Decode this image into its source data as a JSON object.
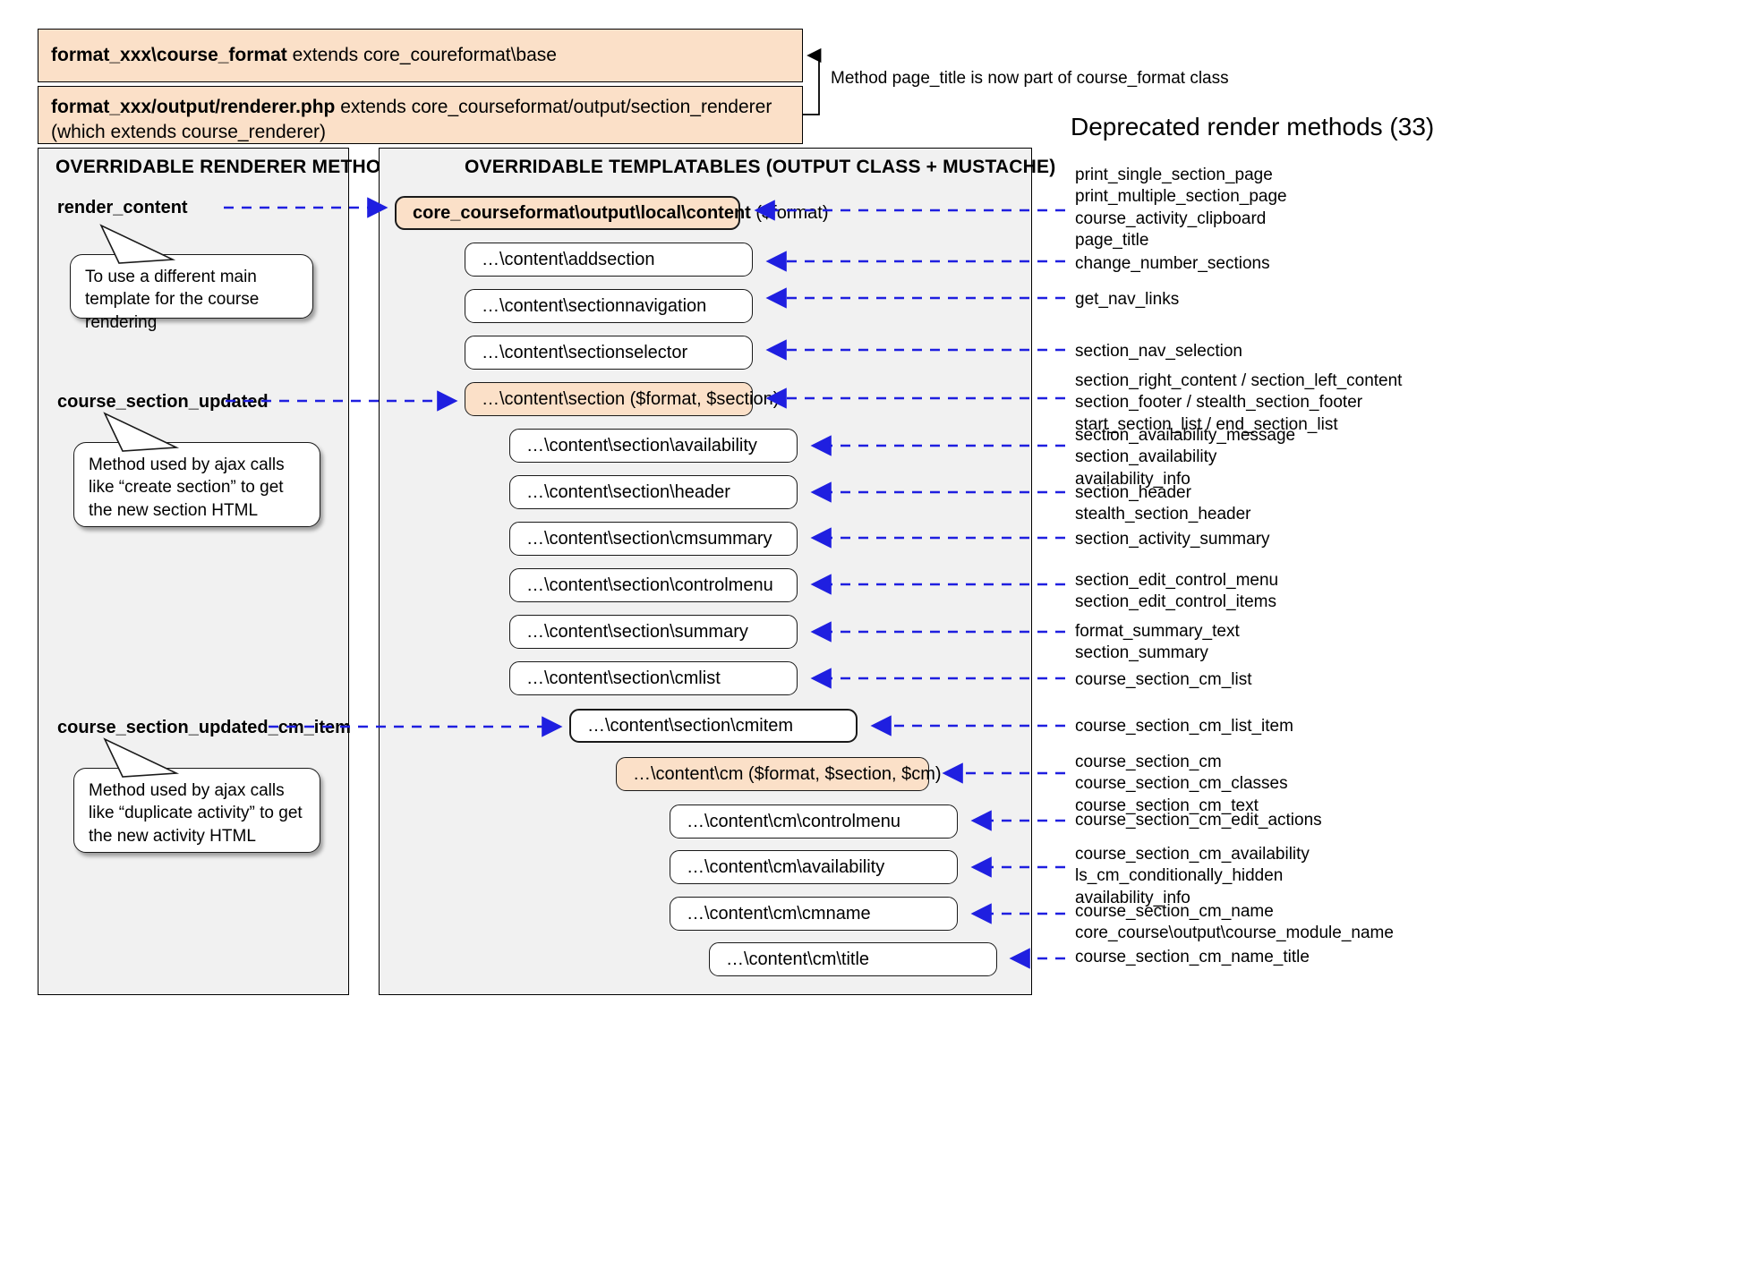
{
  "header": {
    "box1_bold": "format_xxx\\course_format",
    "box1_rest": " extends core_coureformat\\base",
    "box2_bold": "format_xxx/output/renderer.php",
    "box2_rest": " extends core_courseformat/output/section_renderer (which extends course_renderer)",
    "side_note": "Method page_title is now part of course_format class"
  },
  "left_panel": {
    "title": "OVERRIDABLE RENDERER METHODS",
    "methods": [
      {
        "label": "render_content"
      },
      {
        "label": "course_section_updated"
      },
      {
        "label": "course_section_updated_cm_item"
      }
    ],
    "callouts": [
      {
        "text": "To use a different main template for the course rendering"
      },
      {
        "text": "Method used by ajax calls like “create section” to get the new section HTML"
      },
      {
        "text": "Method used by ajax calls like “duplicate activity” to get the new activity HTML"
      }
    ]
  },
  "center_panel": {
    "title": "OVERRIDABLE TEMPLATABLES (OUTPUT CLASS + MUSTACHE)",
    "boxes": [
      {
        "bold": "core_courseformat\\output\\local\\content",
        "rest": " ($format)",
        "accent": true
      },
      {
        "bold": "",
        "rest": "…\\content\\addsection",
        "accent": false
      },
      {
        "bold": "",
        "rest": "…\\content\\sectionnavigation",
        "accent": false
      },
      {
        "bold": "",
        "rest": "…\\content\\sectionselector",
        "accent": false
      },
      {
        "bold": "",
        "rest": "…\\content\\section ($format, $section)",
        "accent": true
      },
      {
        "bold": "",
        "rest": "…\\content\\section\\availability",
        "accent": false
      },
      {
        "bold": "",
        "rest": "…\\content\\section\\header",
        "accent": false
      },
      {
        "bold": "",
        "rest": "…\\content\\section\\cmsummary",
        "accent": false
      },
      {
        "bold": "",
        "rest": "…\\content\\section\\controlmenu",
        "accent": false
      },
      {
        "bold": "",
        "rest": "…\\content\\section\\summary",
        "accent": false
      },
      {
        "bold": "",
        "rest": "…\\content\\section\\cmlist",
        "accent": false
      },
      {
        "bold": "",
        "rest": "…\\content\\section\\cmitem",
        "accent": false
      },
      {
        "bold": "",
        "rest": "…\\content\\cm ($format, $section, $cm)",
        "accent": true
      },
      {
        "bold": "",
        "rest": "…\\content\\cm\\controlmenu",
        "accent": false
      },
      {
        "bold": "",
        "rest": "…\\content\\cm\\availability",
        "accent": false
      },
      {
        "bold": "",
        "rest": "…\\content\\cm\\cmname",
        "accent": false
      },
      {
        "bold": "",
        "rest": "…\\content\\cm\\title",
        "accent": false
      }
    ]
  },
  "right_panel": {
    "title": "Deprecated render methods (33)",
    "groups": [
      {
        "lines": [
          "print_single_section_page",
          "print_multiple_section_page",
          "course_activity_clipboard",
          "page_title"
        ]
      },
      {
        "lines": [
          "change_number_sections"
        ]
      },
      {
        "lines": [
          "get_nav_links"
        ]
      },
      {
        "lines": [
          "section_nav_selection"
        ]
      },
      {
        "lines": [
          "section_right_content / section_left_content",
          "section_footer / stealth_section_footer",
          "start_section_list / end_section_list"
        ]
      },
      {
        "lines": [
          "section_availability_message",
          "section_availability",
          "availability_info"
        ]
      },
      {
        "lines": [
          "section_header",
          "stealth_section_header"
        ]
      },
      {
        "lines": [
          "section_activity_summary"
        ]
      },
      {
        "lines": [
          "section_edit_control_menu",
          "section_edit_control_items"
        ]
      },
      {
        "lines": [
          "format_summary_text",
          "section_summary"
        ]
      },
      {
        "lines": [
          "course_section_cm_list"
        ]
      },
      {
        "lines": [
          "course_section_cm_list_item"
        ]
      },
      {
        "lines": [
          "course_section_cm",
          "course_section_cm_classes",
          "course_section_cm_text"
        ]
      },
      {
        "lines": [
          "course_section_cm_edit_actions"
        ]
      },
      {
        "lines": [
          "course_section_cm_availability",
          "ls_cm_conditionally_hidden",
          "availability_info"
        ]
      },
      {
        "lines": [
          "course_section_cm_name",
          "core_course\\output\\course_module_name"
        ]
      },
      {
        "lines": [
          "course_section_cm_name_title"
        ]
      }
    ]
  },
  "colors": {
    "accent_fill": "#fbe0c8",
    "panel_fill": "#f1f1f1",
    "arrow": "#1f1fe0",
    "stroke": "#1a1a1a"
  }
}
